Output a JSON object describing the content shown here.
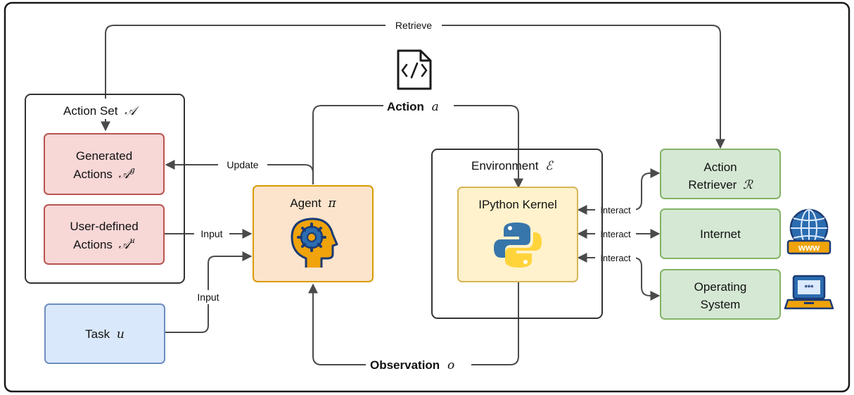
{
  "diagram": {
    "retrieve_label": "Retrieve",
    "action_set": {
      "title": "Action Set",
      "symbol": "𝒜"
    },
    "generated_actions": {
      "line1": "Generated",
      "line2": "Actions",
      "symbol": "𝒜",
      "superscript": "g"
    },
    "user_defined_actions": {
      "line1": "User-defined",
      "line2": "Actions",
      "symbol": "𝒜",
      "superscript": "u"
    },
    "update_label": "Update",
    "input_label_top": "Input",
    "input_label_bottom": "Input",
    "task": {
      "label": "Task",
      "symbol": "u"
    },
    "agent": {
      "label": "Agent",
      "symbol": "π"
    },
    "action": {
      "label": "Action",
      "symbol": "a"
    },
    "observation": {
      "label": "Observation",
      "symbol": "o"
    },
    "environment": {
      "title": "Environment",
      "symbol": "ℰ"
    },
    "kernel": {
      "label": "IPython Kernel"
    },
    "interact_labels": [
      "Interact",
      "Interact",
      "Interact"
    ],
    "action_retriever": {
      "line1": "Action",
      "line2": "Retriever",
      "symbol": "ℛ"
    },
    "internet": {
      "label": "Internet"
    },
    "operating_system": {
      "line1": "Operating",
      "line2": "System"
    },
    "www_text": "www",
    "colors": {
      "red_fill": "#f8d7d7",
      "red_stroke": "#b85450",
      "blue_fill": "#dae8fc",
      "blue_stroke": "#6c8ebf",
      "orange_fill": "#fce4cc",
      "orange_stroke": "#d79b00",
      "yellow_fill": "#fff2cc",
      "yellow_stroke": "#d6b656",
      "green_fill": "#d5e8d4",
      "green_stroke": "#82b366",
      "python_blue": "#3776ab",
      "python_yellow": "#ffd43b",
      "icon_blue": "#2b6cb0",
      "icon_orange": "#f0a30a"
    }
  }
}
